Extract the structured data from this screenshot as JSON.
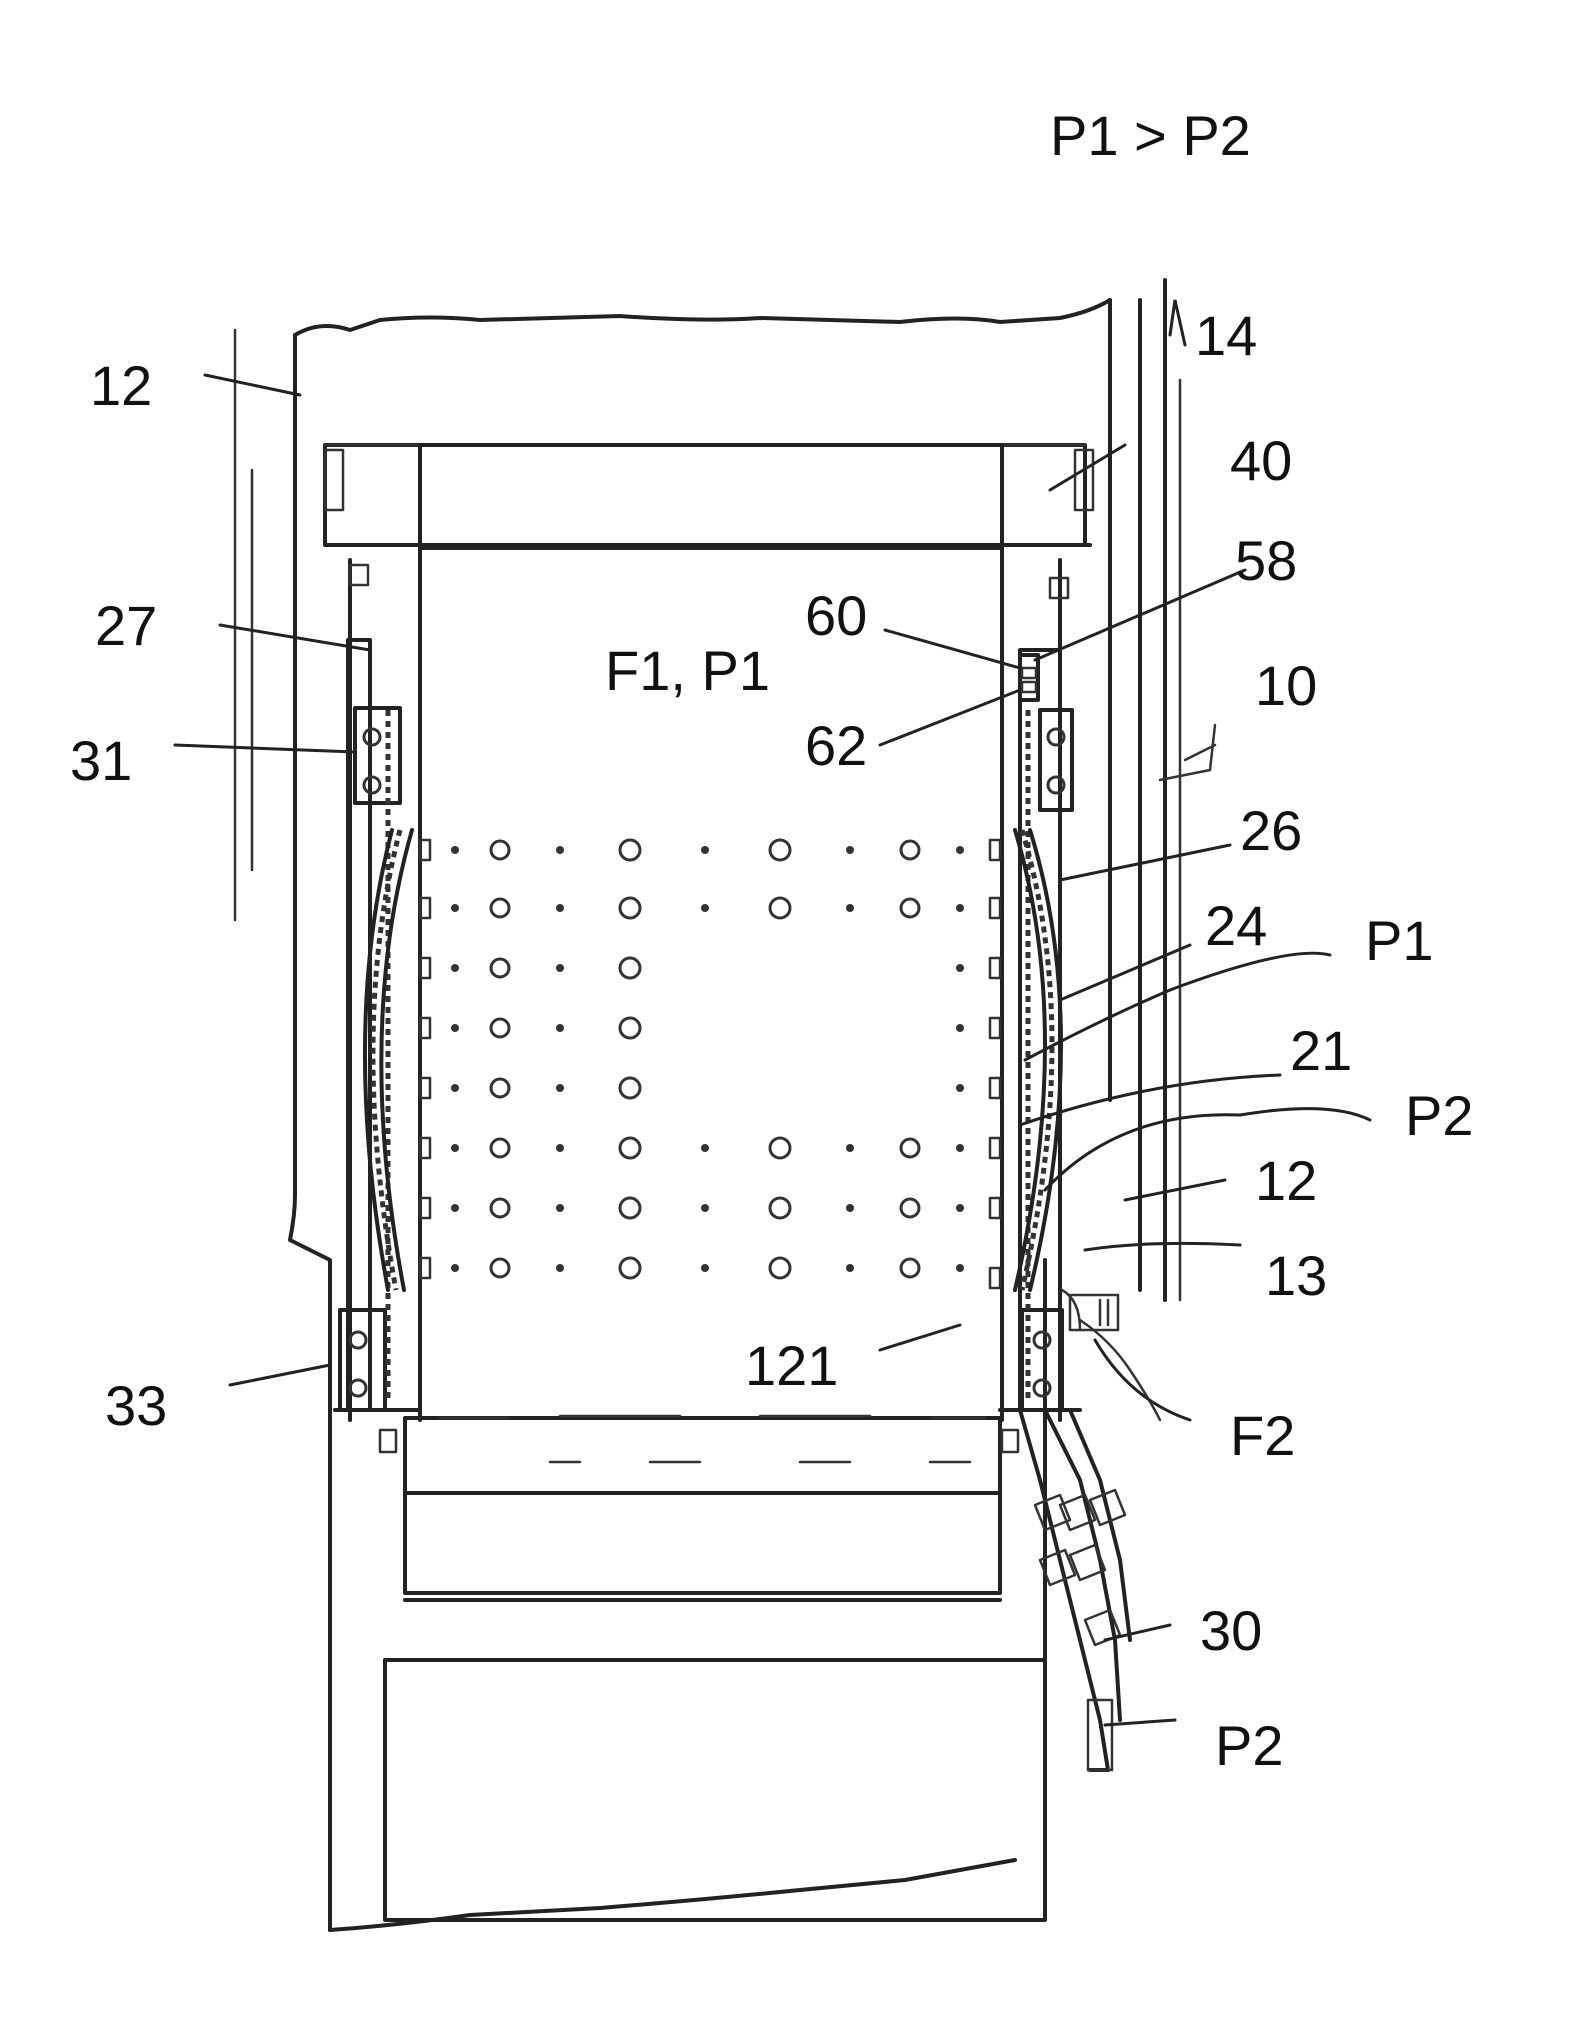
{
  "figure": {
    "header_relation": "P1 > P2",
    "labels": {
      "l14": "14",
      "l12_top": "12",
      "l40": "40",
      "l58": "58",
      "l60": "60",
      "l27": "27",
      "l_f1p1": "F1, P1",
      "l10": "10",
      "l62": "62",
      "l31": "31",
      "l26": "26",
      "l24": "24",
      "l_p1": "P1",
      "l21": "21",
      "l_p2_mid": "P2",
      "l12_mid": "12",
      "l13": "13",
      "l121": "121",
      "l33": "33",
      "l_f2": "F2",
      "l30": "30",
      "l_p2_bottom": "P2"
    }
  }
}
